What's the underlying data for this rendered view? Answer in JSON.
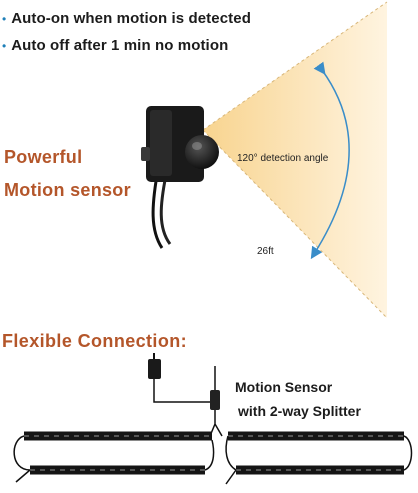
{
  "features": [
    {
      "bullet": "•",
      "text": "Auto-on when motion is detected"
    },
    {
      "bullet": "•",
      "text": "Auto off after 1 min no motion"
    }
  ],
  "sensor_section": {
    "headline_line1": "Powerful",
    "headline_line2": "Motion sensor",
    "angle_label": "120° detection angle",
    "distance_label": "26ft"
  },
  "connection_section": {
    "title": "Flexible Connection:",
    "label_line1": "Motion Sensor",
    "label_line2": "with 2-way Splitter"
  },
  "colors": {
    "bullet": "#1f7fb8",
    "headline": "#b4562a",
    "beam": "#fbe3b5",
    "arc": "#3a8dc9"
  }
}
